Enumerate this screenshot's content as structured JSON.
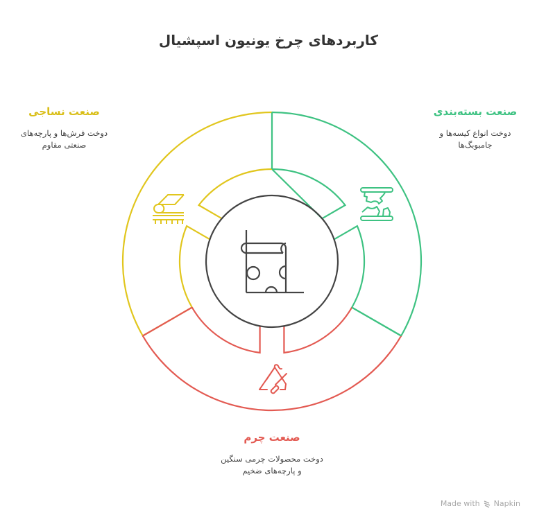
{
  "title": "کاربردهای چرخ یونیون اسپشیال",
  "colors": {
    "yellow": "#E1C61E",
    "green": "#3EC282",
    "red": "#E35A52",
    "center": "#444444",
    "title_text": "#333333",
    "desc_text": "#444444",
    "footer_text": "#A8A8A8"
  },
  "center": {
    "icon": "sewing-machine-icon"
  },
  "segments": [
    {
      "id": "textile",
      "color": "yellow",
      "icon": "train-textile-icon",
      "heading": "صنعت نساجی",
      "description_line1": "دوخت فرش‌ها و پارچه‌های",
      "description_line2": "صنعتی مقاوم"
    },
    {
      "id": "packaging",
      "color": "green",
      "icon": "press-pack-icon",
      "heading": "صنعت بسته‌بندی",
      "description_line1": "دوخت انواع کیسه‌ها و",
      "description_line2": "جامبوبگ‌ها"
    },
    {
      "id": "leather",
      "color": "red",
      "icon": "triangle-tool-icon",
      "heading": "صنعت چرم",
      "description_line1": "دوخت محصولات چرمی سنگین",
      "description_line2": "و پارچه‌های ضخیم"
    }
  ],
  "footer": {
    "prefix": "Made with",
    "brand": "Napkin"
  }
}
